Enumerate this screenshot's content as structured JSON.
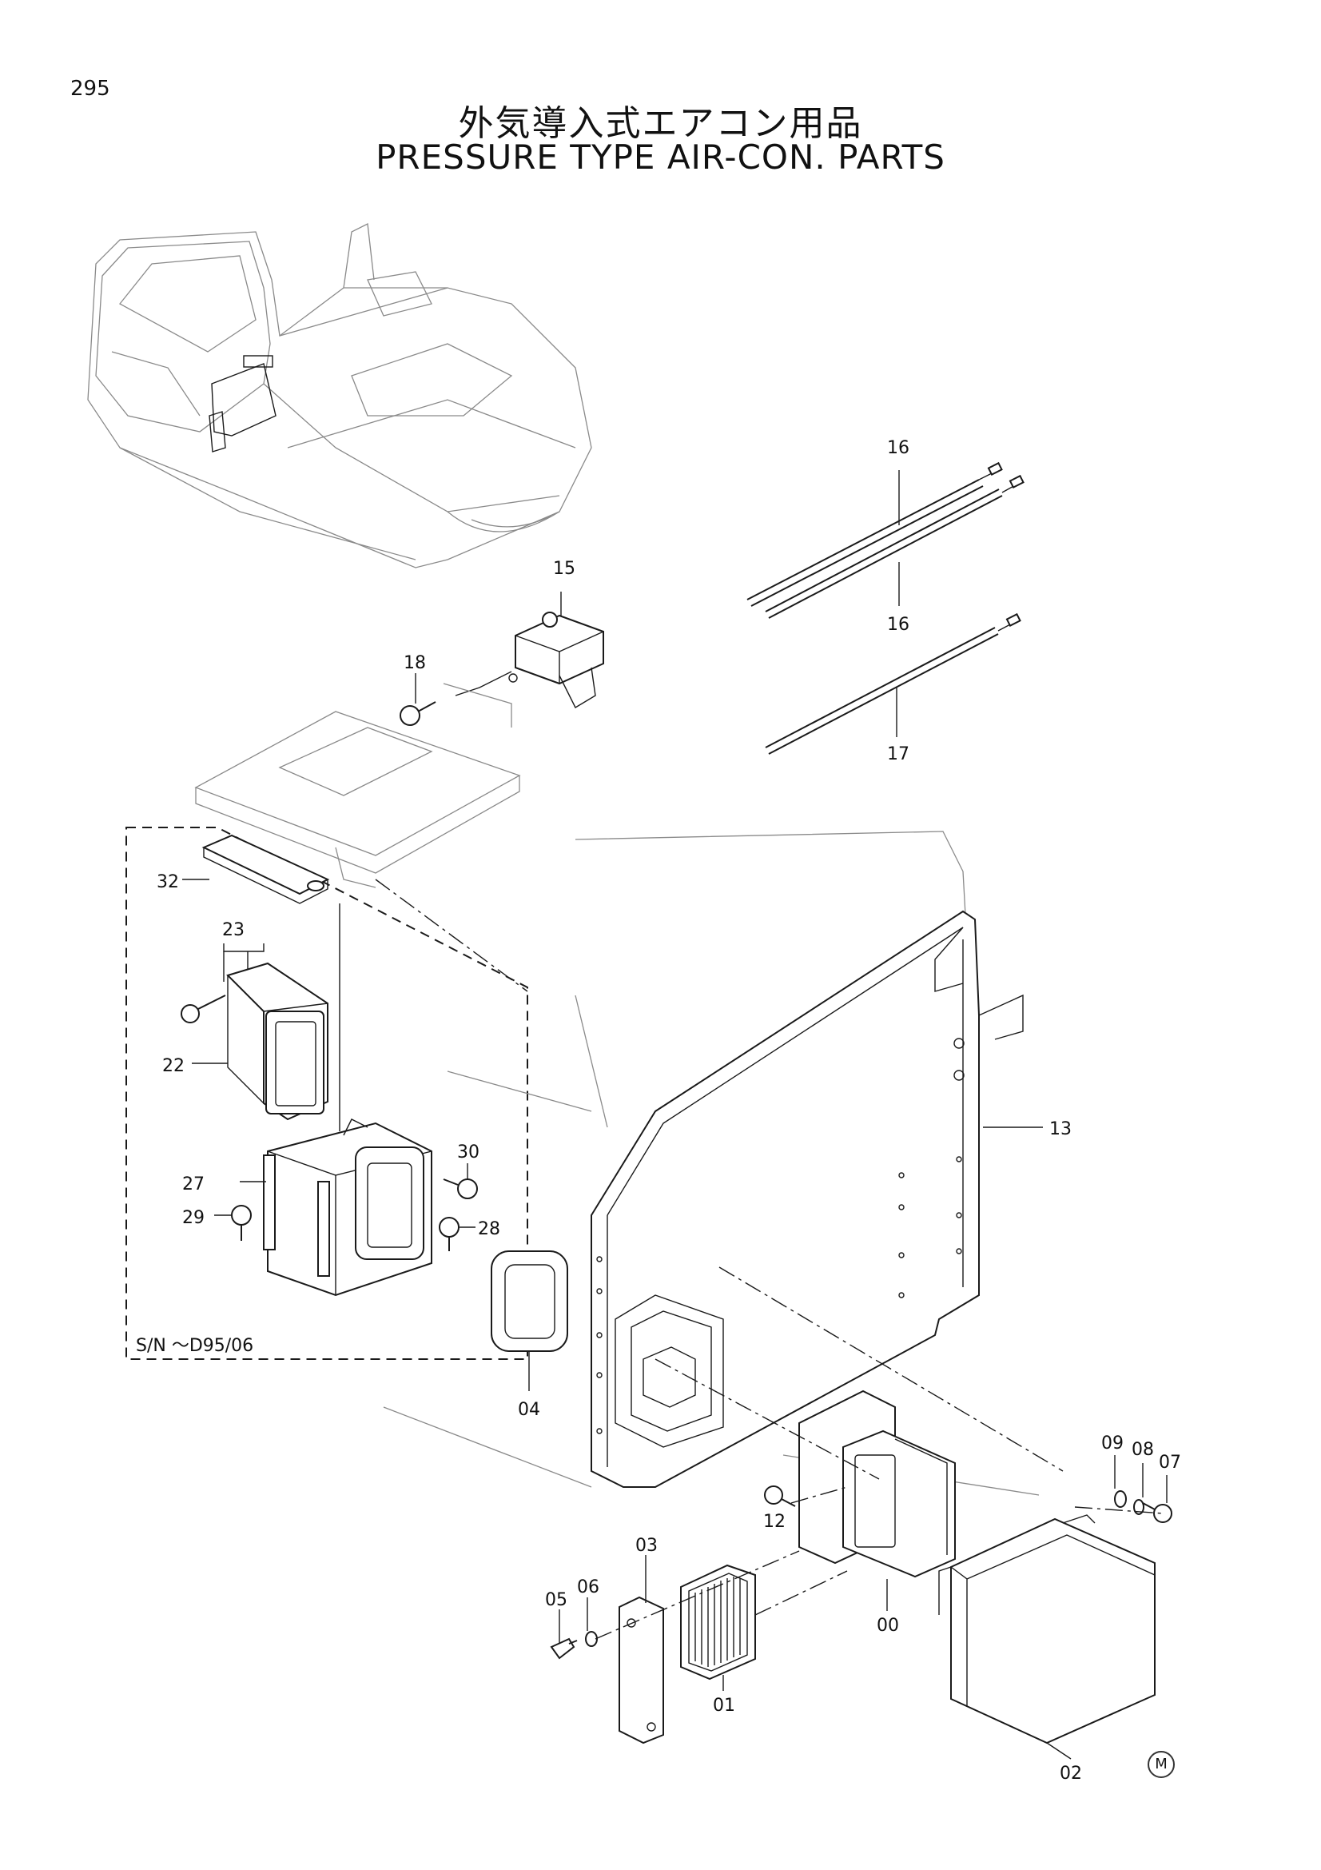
{
  "page_number": "295",
  "title_jp": "外気導入式エアコン用品",
  "title_en": "PRESSURE TYPE AIR-CON. PARTS",
  "serial_note": "S/N ～D95/06",
  "parts": {
    "p16a": "16",
    "p16b": "16",
    "p17": "17",
    "p15": "15",
    "p18": "18",
    "p32": "32",
    "p23": "23",
    "p22": "22",
    "p27": "27",
    "p29": "29",
    "p30": "30",
    "p28": "28",
    "p04": "04",
    "p13": "13",
    "p09": "09",
    "p08": "08",
    "p07": "07",
    "p03": "03",
    "p06": "06",
    "p05": "05",
    "p12": "12",
    "p00": "00",
    "p01": "01",
    "p02": "02"
  },
  "corner_mark": "M"
}
